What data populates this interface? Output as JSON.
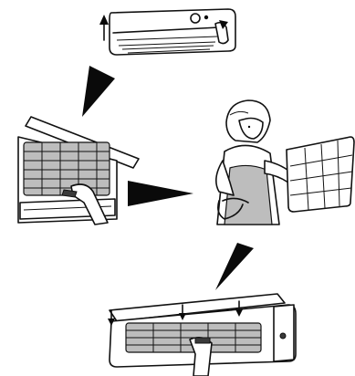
{
  "figure": {
    "panels": [
      {
        "key": "step-open-front-panel",
        "icon": "ac-unit-open-panel-icon"
      },
      {
        "key": "step-remove-filter",
        "icon": "ac-unit-pull-filter-icon"
      },
      {
        "key": "step-clean-filter",
        "icon": "person-cleaning-filter-icon"
      },
      {
        "key": "step-reinsert-filter",
        "icon": "ac-unit-close-panel-icon"
      }
    ],
    "arrows": [
      {
        "from": "step-open-front-panel",
        "to": "step-remove-filter",
        "icon": "arrow-head-icon"
      },
      {
        "from": "step-remove-filter",
        "to": "step-clean-filter",
        "icon": "arrow-head-icon"
      },
      {
        "from": "step-clean-filter",
        "to": "step-reinsert-filter",
        "icon": "arrow-head-icon"
      }
    ],
    "colors": {
      "ink": "#111111",
      "shade": "#bdbdbd",
      "background": "#ffffff"
    }
  }
}
